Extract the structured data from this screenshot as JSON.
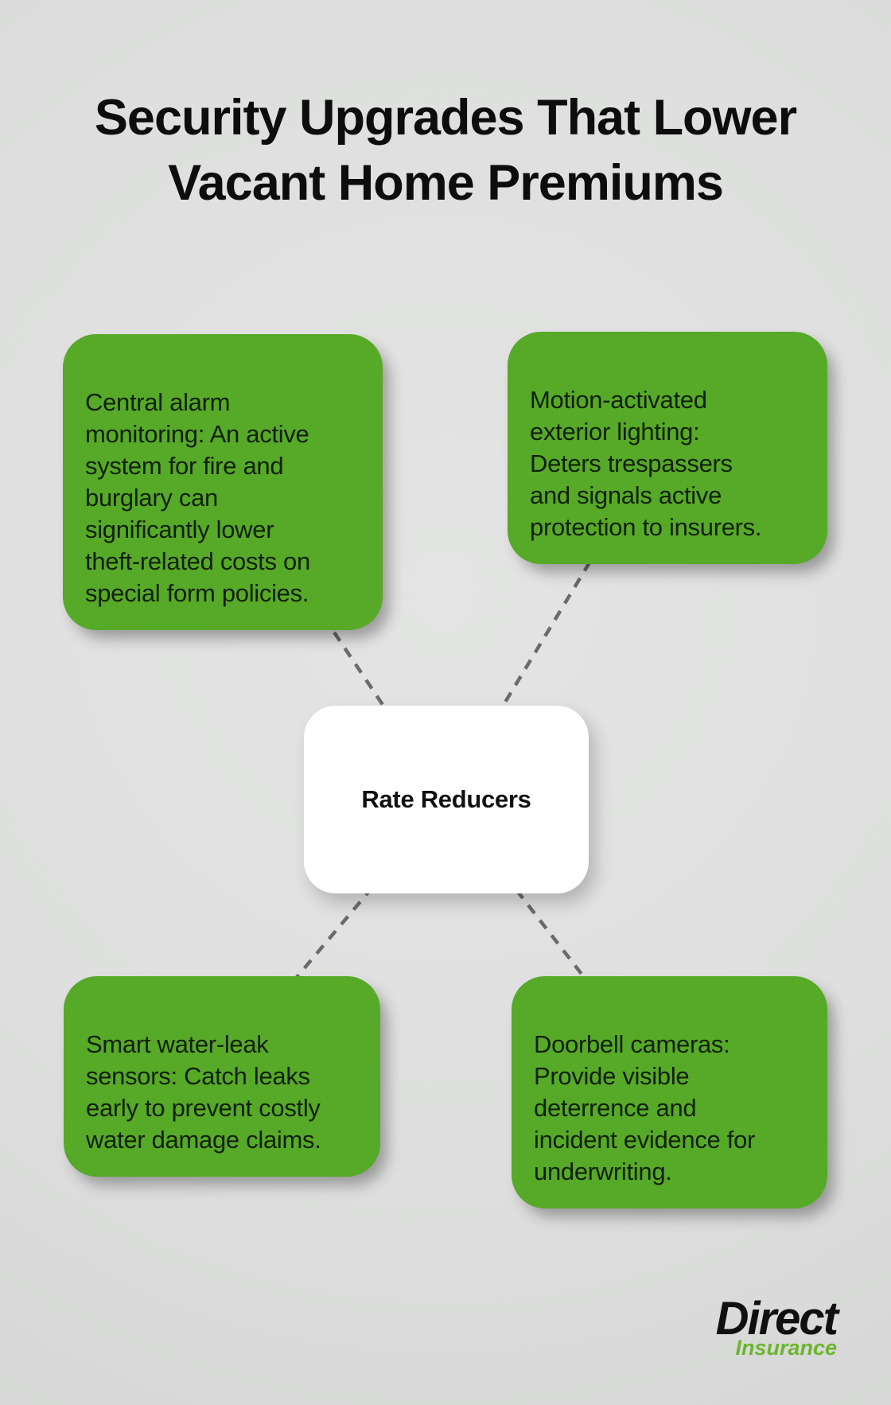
{
  "title": "Security Upgrades That Lower\nVacant Home Premiums",
  "center": {
    "label": "Rate Reducers"
  },
  "nodes": [
    {
      "id": "top-left",
      "text": "Central alarm\nmonitoring: An active\nsystem for fire and\nburglary can\nsignificantly lower\ntheft-related costs on\nspecial form policies."
    },
    {
      "id": "top-right",
      "text": "Motion-activated\nexterior lighting:\nDeters trespassers\nand signals active\nprotection to insurers."
    },
    {
      "id": "bottom-left",
      "text": "Smart water-leak\nsensors: Catch leaks\nearly to prevent costly\nwater damage claims."
    },
    {
      "id": "bottom-right",
      "text": "Doorbell cameras:\nProvide visible\ndeterrence and\nincident evidence for\nunderwriting."
    }
  ],
  "logo": {
    "primary": "Direct",
    "secondary": "Insurance"
  },
  "colors": {
    "node_green": "#57a928",
    "background_gray": "#dfe0df",
    "connector_gray": "#6b6b6b",
    "node_text": "#11200a",
    "title_text": "#0d0d0d",
    "center_bg": "#ffffff",
    "logo_black": "#101010",
    "logo_green": "#6cb52e"
  }
}
